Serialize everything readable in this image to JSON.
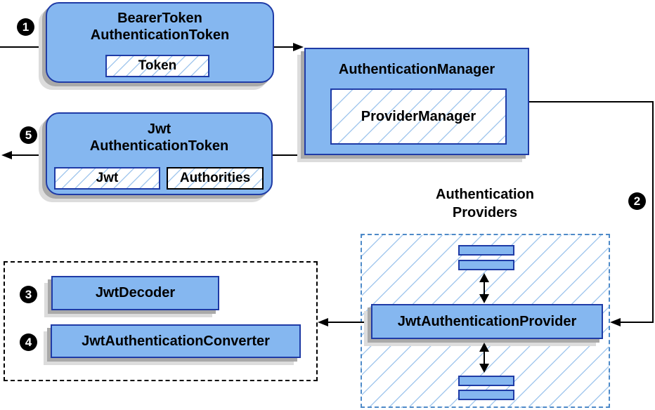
{
  "badges": {
    "step1": "1",
    "step2": "2",
    "step3": "3",
    "step4": "4",
    "step5": "5"
  },
  "nodes": {
    "bearer_token": {
      "line1": "BearerToken",
      "line2": "AuthenticationToken",
      "field": "Token"
    },
    "authentication_manager": {
      "title": "AuthenticationManager",
      "inner": "ProviderManager"
    },
    "jwt_authentication_token": {
      "line1": "Jwt",
      "line2": "AuthenticationToken",
      "field1": "Jwt",
      "field2": "Authorities"
    },
    "authentication_providers": {
      "line1": "Authentication",
      "line2": "Providers"
    },
    "jwt_authentication_provider": {
      "label": "JwtAuthenticationProvider"
    },
    "jwt_decoder": {
      "label": "JwtDecoder"
    },
    "jwt_authentication_converter": {
      "label": "JwtAuthenticationConverter"
    }
  },
  "colors": {
    "node_fill": "#85b7f0",
    "node_border": "#1f3ba6",
    "hatch": "#a5c9ee",
    "dash_blue": "#4e8ac8",
    "shadow1": "#a9a9a9",
    "shadow2": "#dcdcdc",
    "arrow": "#000000",
    "badge_bg": "#000000",
    "badge_text": "#ffffff"
  }
}
